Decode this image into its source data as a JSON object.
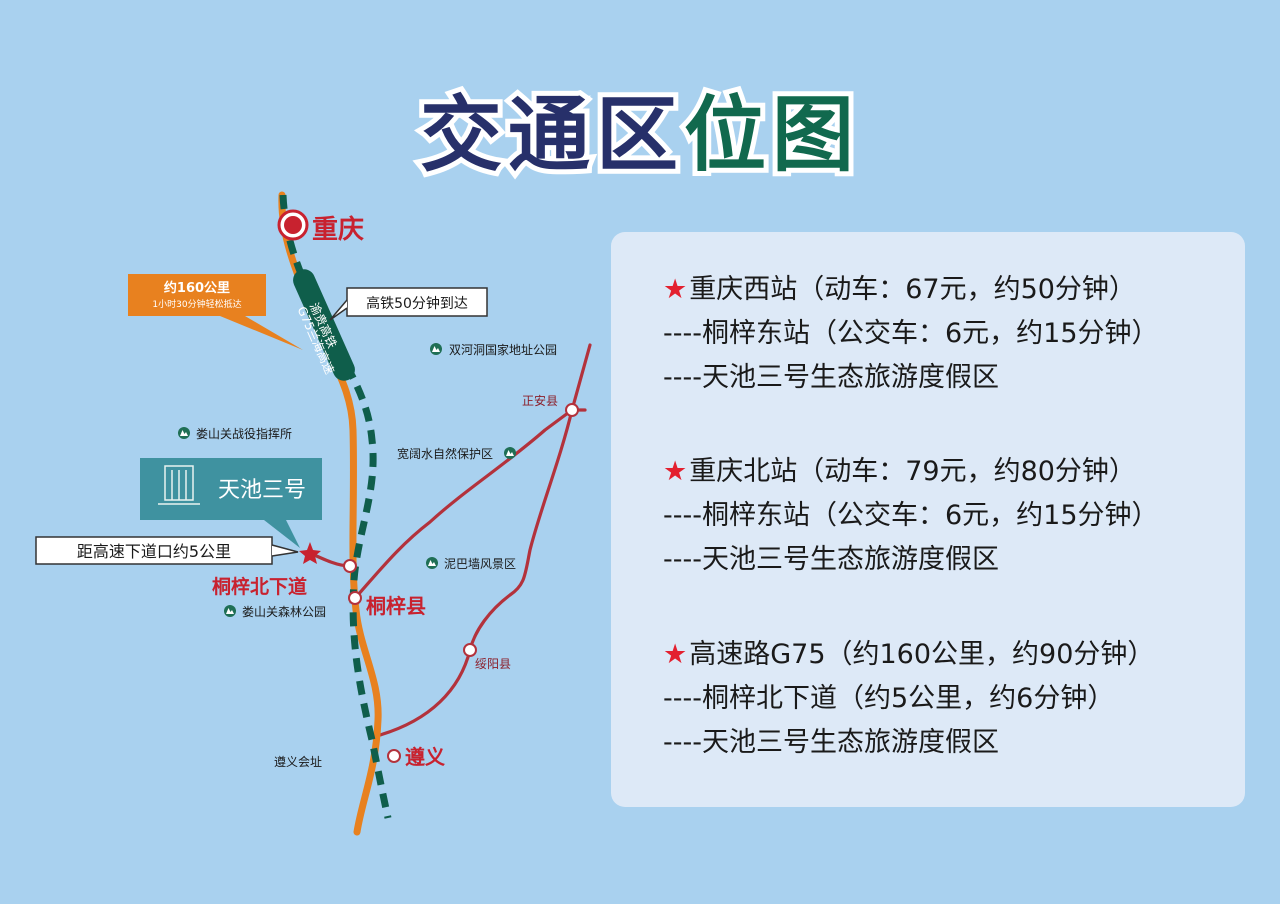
{
  "title": {
    "part1": "交通区",
    "part2": "位图"
  },
  "map": {
    "cities": {
      "chongqing": "重庆",
      "tongzi_county": "桐梓县",
      "zunyi": "遵义",
      "zhengan": "正安县",
      "suiyang": "绥阳县"
    },
    "routes": {
      "railway": "渝贵高铁",
      "highway": "G75兰海高速"
    },
    "callouts": {
      "highway_distance_title": "约160公里",
      "highway_distance_sub": "1小时30分钟轻松抵达",
      "rail_time": "高铁50分钟到达",
      "exit_distance": "距高速下道口约5公里"
    },
    "exit_label": "桐梓北下道",
    "logo_text": "天池三号",
    "pois": {
      "shuanghedong": "双河洞国家地址公园",
      "loushanguan_hq": "娄山关战役指挥所",
      "kuankuoshui": "宽阔水自然保护区",
      "nibaqiang": "泥巴墙风景区",
      "loushanguan_forest": "娄山关森林公园",
      "zunyi_site": "遵义会址"
    },
    "colors": {
      "highway": "#e8811f",
      "railway": "#0f5e4b",
      "roads": "#b3323c",
      "poi_icon": "#1f6f55",
      "city_red": "#c8222f"
    }
  },
  "info": {
    "blocks": [
      {
        "lines": [
          "重庆西站（动车：67元，约50分钟）",
          "----桐梓东站（公交车：6元，约15分钟）",
          "----天池三号生态旅游度假区"
        ]
      },
      {
        "lines": [
          "重庆北站（动车：79元，约80分钟）",
          "----桐梓东站（公交车：6元，约15分钟）",
          "----天池三号生态旅游度假区"
        ]
      },
      {
        "lines": [
          "高速路G75（约160公里，约90分钟）",
          "----桐梓北下道（约5公里，约6分钟）",
          "----天池三号生态旅游度假区"
        ]
      }
    ]
  }
}
